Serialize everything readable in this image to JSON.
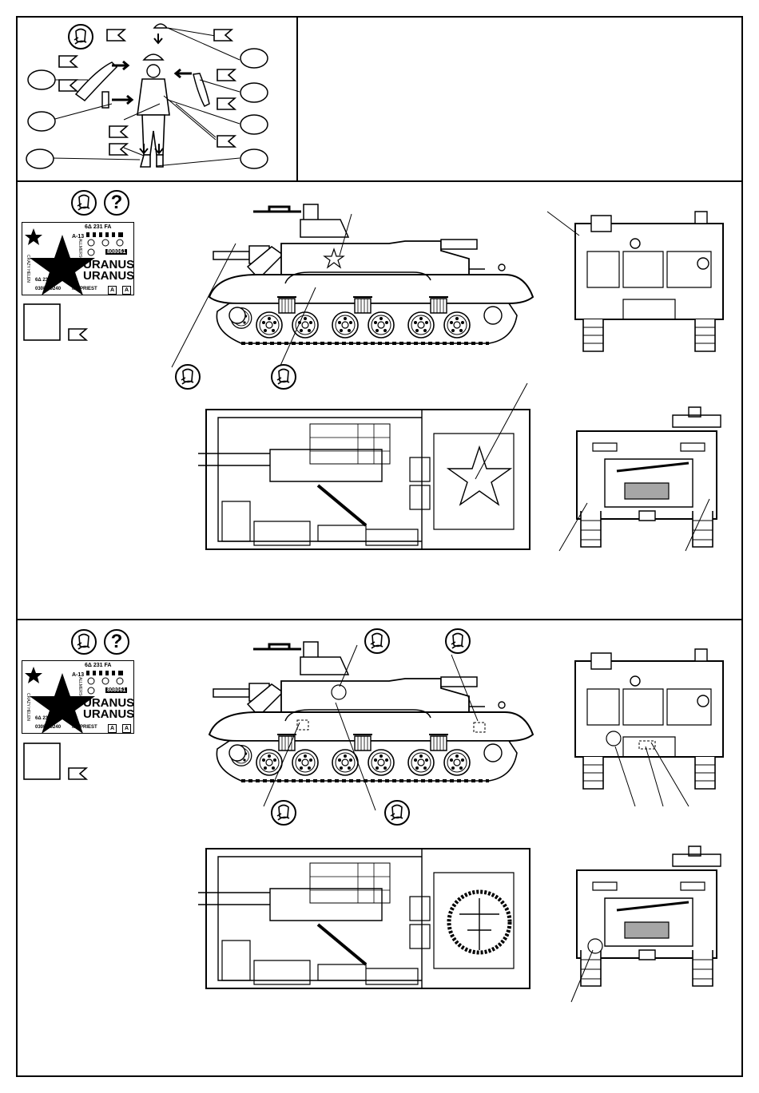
{
  "header_text": "",
  "decal_sheet": {
    "line_top_right": "6Δ 231 FA",
    "code_a13": "A-13",
    "serial": "808061",
    "name_1": "URANUS",
    "name_2": "URANUS",
    "side_names": "CRAZY HELEN",
    "side_names_2": "ALLMERSOM",
    "line_bottom_left": "6Δ 231 FA",
    "line_bottom_code": "A-13",
    "catalog": "03086-0240",
    "model": "M7 PRIEST",
    "logo_letter": "A"
  },
  "help_symbol": "?",
  "icons": [
    "paint-brush-icon",
    "help-icon",
    "paint-pot-icon",
    "color-flag-icon",
    "decal-number-icon"
  ]
}
